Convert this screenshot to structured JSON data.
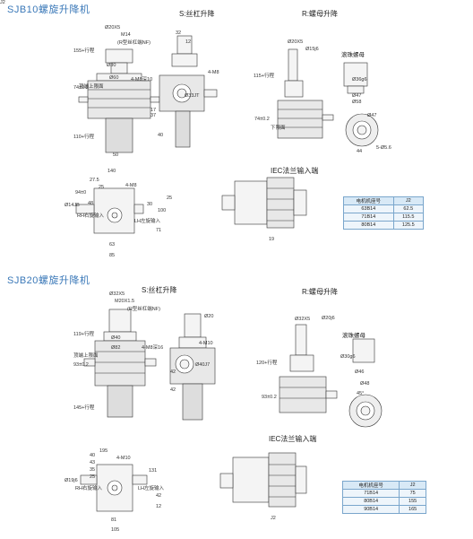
{
  "sjb10": {
    "title": "SJB10螺旋升降机",
    "s_title": "S:丝杠升降",
    "r_title": "R:螺母升降",
    "ball_nut": "滚珠螺母",
    "iec_title": "IEC法兰输入端",
    "labels": [
      "Ø20X5",
      "M14",
      "(R型丝杠端NF)",
      "Ø30",
      "Ø60",
      "4-M8深10",
      "32",
      "12",
      "4-M8",
      "Ø33JT",
      "37",
      "17",
      "40",
      "50",
      "155+行程",
      "74±0.2",
      "110+行程",
      "顶端上限面",
      "Ø20X5",
      "Ø15j6",
      "Ø36g6",
      "Ø47",
      "Ø58",
      "Ø47",
      "44",
      "5-Ø5.6",
      "115+行程",
      "74±0.2",
      "下限面",
      "140",
      "27.5",
      "25",
      "4-M8",
      "Ø14JB",
      "94±0",
      "48",
      "25",
      "RH右旋输入",
      "LH左旋输入",
      "63",
      "85",
      "30",
      "100",
      "71",
      "19",
      "J2"
    ],
    "table": {
      "headers": [
        "电机机座号",
        "J2"
      ],
      "rows": [
        [
          "63B14",
          "62.5"
        ],
        [
          "71B14",
          "115.5"
        ],
        [
          "80B14",
          "125.5"
        ]
      ]
    }
  },
  "sjb20": {
    "title": "SJB20螺旋升降机",
    "s_title": "S:丝杠升降",
    "r_title": "R:螺母升降",
    "ball_nut": "滚珠螺母",
    "iec_title": "IEC法兰输入端",
    "labels": [
      "Ø32X5",
      "M20X1.5",
      "(R型丝杠端NF)",
      "Ø40",
      "Ø82",
      "4-M8深16",
      "4-M10",
      "Ø40J7",
      "42",
      "42",
      "Ø20",
      "119+行程",
      "93±0.2",
      "145+行程",
      "顶端上限面",
      "Ø32X5",
      "Ø20j6",
      "Ø30g6",
      "Ø46",
      "Ø48",
      "45°",
      "120+行程",
      "93±0.2",
      "195",
      "4-M10",
      "40",
      "43",
      "35",
      "25",
      "Ø19j6",
      "RH右旋输入",
      "LH左旋输入",
      "81",
      "105",
      "131",
      "42",
      "12",
      "J2"
    ],
    "table": {
      "headers": [
        "电机机座号",
        "J2"
      ],
      "rows": [
        [
          "71B14",
          "75"
        ],
        [
          "80B14",
          "155"
        ],
        [
          "90B14",
          "165"
        ]
      ]
    }
  },
  "colors": {
    "accent": "#3a78b8",
    "table_header": "#d8e9f6",
    "table_row": "#eef5fb"
  }
}
